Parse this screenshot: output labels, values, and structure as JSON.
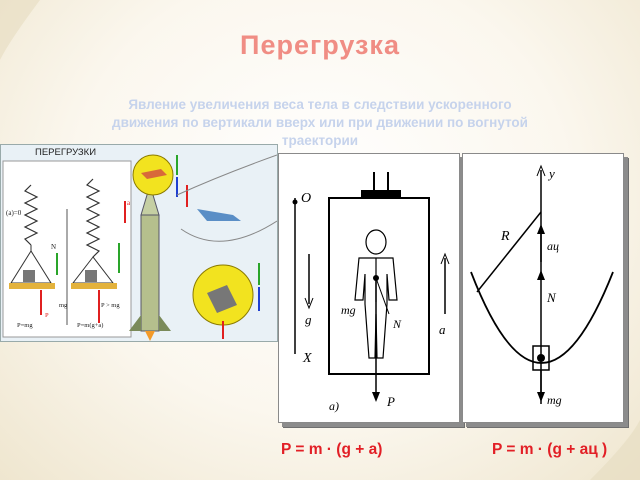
{
  "slide": {
    "title": "Перегрузка",
    "subtitle": "Явление увеличения веса тела в следствии ускоренного движения по вертикали вверх или при движении по вогнутой траектории"
  },
  "left_figure": {
    "heading": "ПЕРЕГРУЗКИ",
    "labels": {
      "a_zero": "(a)=0",
      "mg": "mg",
      "n": "N",
      "p": "P",
      "a": "a",
      "p_gt": "P > mg",
      "eq_left": "P=mg",
      "eq_right": "P=m(g+a)"
    }
  },
  "elevator_figure": {
    "o": "O",
    "g": "g",
    "mg": "mg",
    "n": "N",
    "a": "a",
    "x": "X",
    "p": "P",
    "caption": "a)"
  },
  "curve_figure": {
    "y": "y",
    "r": "R",
    "ac": "aц",
    "n": "N",
    "mg": "mg"
  },
  "formulas": {
    "left": "P = m · (g + a)",
    "right": "P = m · (g + aц )"
  },
  "colors": {
    "title": "#f08d84",
    "subtitle": "#c6d3ec",
    "formula": "#e21f26",
    "arrow_red": "#e02020",
    "arrow_green": "#2aa52a",
    "arrow_blue": "#1f3fd0"
  }
}
